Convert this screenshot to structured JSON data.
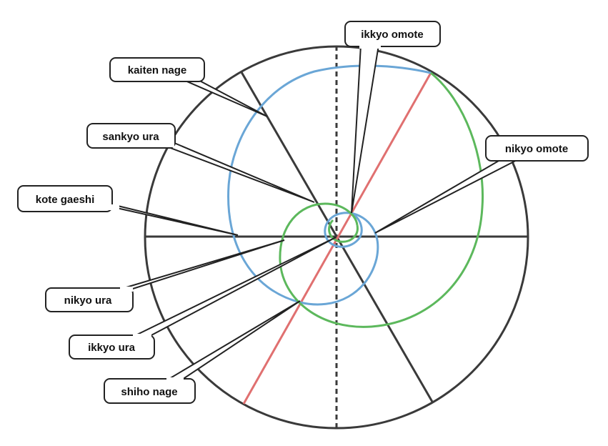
{
  "colors": {
    "outline": "#3a3a3a",
    "blue_spiral": "#6aa6d6",
    "green_spiral": "#5cb85c",
    "red_axis": "#e07070",
    "callout_border": "#222222"
  },
  "labels": {
    "ikkyo_omote": "ikkyo omote",
    "kaiten_nage": "kaiten nage",
    "sankyo_ura": "sankyo ura",
    "nikyo_omote": "nikyo omote",
    "kote_gaeshi": "kote gaeshi",
    "nikyo_ura": "nikyo ura",
    "ikkyo_ura": "ikkyo ura",
    "shiho_nage": "shiho nage"
  }
}
